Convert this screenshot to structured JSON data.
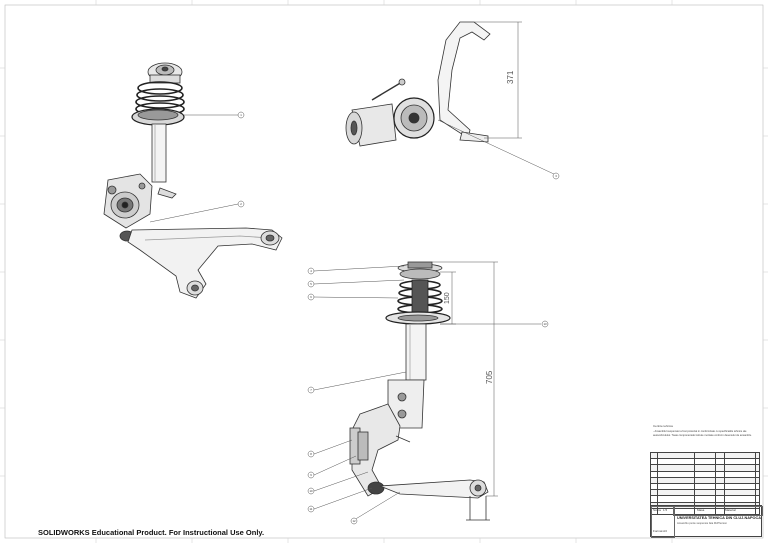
{
  "dimensions": {
    "top_height": "371",
    "spring_height": "150",
    "overall_height": "705"
  },
  "balloons": {
    "iso": [
      "1",
      "2"
    ],
    "top": [
      "3"
    ],
    "front_left": [
      "4",
      "5",
      "6",
      "7",
      "8",
      "9",
      "10",
      "11",
      "12"
    ],
    "front_right": [
      "13"
    ]
  },
  "notes": {
    "title": "Cerinte tehnice",
    "text": "- Ansamblul suspensiei a fost proiectat in conformitate cu specificatiile tehnice ale autovehiculului. Toate componentele trebuie montate conform desenului de ansamblu."
  },
  "title_block": {
    "university": "UNIVERSITATEA TEHNICA DIN CLUJ-NAPOCA",
    "subtitle": "Ansamblu punte suspensie fata McPherson",
    "scale_label": "Scara",
    "scale_value": "1:5",
    "sheet_label": "Format A3",
    "material_label": "Material",
    "mass_label": "Masa"
  },
  "footer": {
    "watermark": "SOLIDWORKS Educational Product. For Instructional Use Only."
  }
}
